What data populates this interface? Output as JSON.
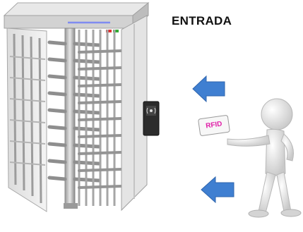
{
  "heading": "ENTRADA",
  "card_label": "RFID",
  "colors": {
    "arrow": "#3f7fd1",
    "card_text": "#e01fa8",
    "heading": "#111111"
  },
  "icons": [
    "turnstile-gate",
    "rfid-reader",
    "arrow-left",
    "arrow-left",
    "stick-figure-person",
    "rfid-card"
  ]
}
